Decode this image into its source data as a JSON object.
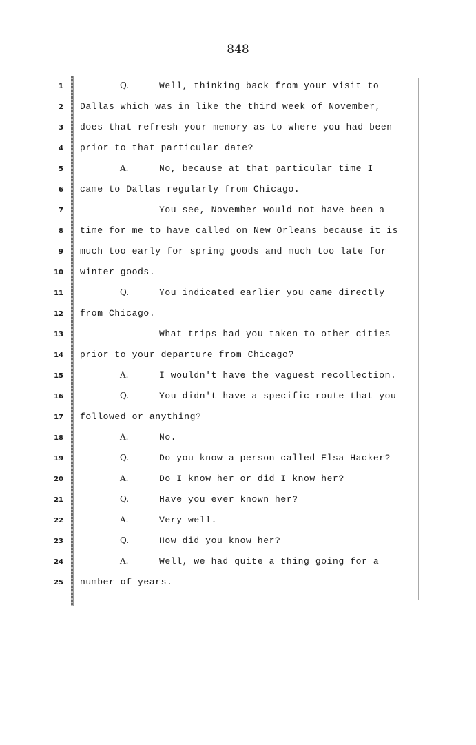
{
  "page_number": "848",
  "lines": [
    {
      "num": "1",
      "speaker": "Q.",
      "text": "Well, thinking back from your visit to",
      "indent": true
    },
    {
      "num": "2",
      "speaker": "",
      "text": "Dallas which was in like the third week of November,",
      "indent": false
    },
    {
      "num": "3",
      "speaker": "",
      "text": "does that refresh your memory as to where you had been",
      "indent": false
    },
    {
      "num": "4",
      "speaker": "",
      "text": "prior to that particular date?",
      "indent": false
    },
    {
      "num": "5",
      "speaker": "A.",
      "text": "No, because at that particular time I",
      "indent": true
    },
    {
      "num": "6",
      "speaker": "",
      "text": "came to Dallas regularly from Chicago.",
      "indent": false
    },
    {
      "num": "7",
      "speaker": "",
      "text": "You see, November would not have been a",
      "indent": true
    },
    {
      "num": "8",
      "speaker": "",
      "text": "time for me to have called on New Orleans because it is",
      "indent": false
    },
    {
      "num": "9",
      "speaker": "",
      "text": "much too early for spring goods and much too late for",
      "indent": false
    },
    {
      "num": "10",
      "speaker": "",
      "text": "winter goods.",
      "indent": false
    },
    {
      "num": "11",
      "speaker": "Q.",
      "text": "You indicated earlier you came directly",
      "indent": true
    },
    {
      "num": "12",
      "speaker": "",
      "text": "from Chicago.",
      "indent": false
    },
    {
      "num": "13",
      "speaker": "",
      "text": "What trips had you taken to other cities",
      "indent": true
    },
    {
      "num": "14",
      "speaker": "",
      "text": "prior to your departure from Chicago?",
      "indent": false
    },
    {
      "num": "15",
      "speaker": "A.",
      "text": "I wouldn't have the vaguest recollection.",
      "indent": true
    },
    {
      "num": "16",
      "speaker": "Q.",
      "text": "You didn't have a specific route that you",
      "indent": true
    },
    {
      "num": "17",
      "speaker": "",
      "text": "followed or anything?",
      "indent": false
    },
    {
      "num": "18",
      "speaker": "A.",
      "text": "No.",
      "indent": true
    },
    {
      "num": "19",
      "speaker": "Q.",
      "text": "Do you know a person called Elsa Hacker?",
      "indent": true
    },
    {
      "num": "20",
      "speaker": "A.",
      "text": "Do I know her or did I know her?",
      "indent": true
    },
    {
      "num": "21",
      "speaker": "Q.",
      "text": "Have you ever known her?",
      "indent": true
    },
    {
      "num": "22",
      "speaker": "A.",
      "text": "Very well.",
      "indent": true
    },
    {
      "num": "23",
      "speaker": "Q.",
      "text": "How did you know her?",
      "indent": true
    },
    {
      "num": "24",
      "speaker": "A.",
      "text": "Well, we had quite a thing going for a",
      "indent": true
    },
    {
      "num": "25",
      "speaker": "",
      "text": "number of years.",
      "indent": false
    }
  ]
}
